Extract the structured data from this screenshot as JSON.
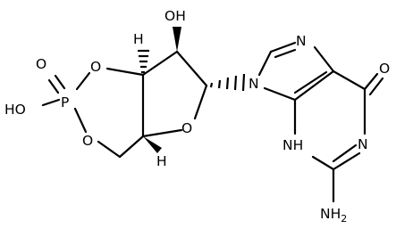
{
  "atoms": {
    "o_p_double": "O",
    "p": "P",
    "ho_p": "HO",
    "o_ring_top": "O",
    "o_ring_bottom": "O",
    "h_top": "H",
    "oh_sugar": "OH",
    "o_furanose": "O",
    "h_bottom": "H",
    "n9": "N",
    "n7": "N",
    "o_carbonyl": "O",
    "n1": "N",
    "n3_nh": "NH",
    "nh2_n": "NH",
    "nh2_sub": "2"
  }
}
